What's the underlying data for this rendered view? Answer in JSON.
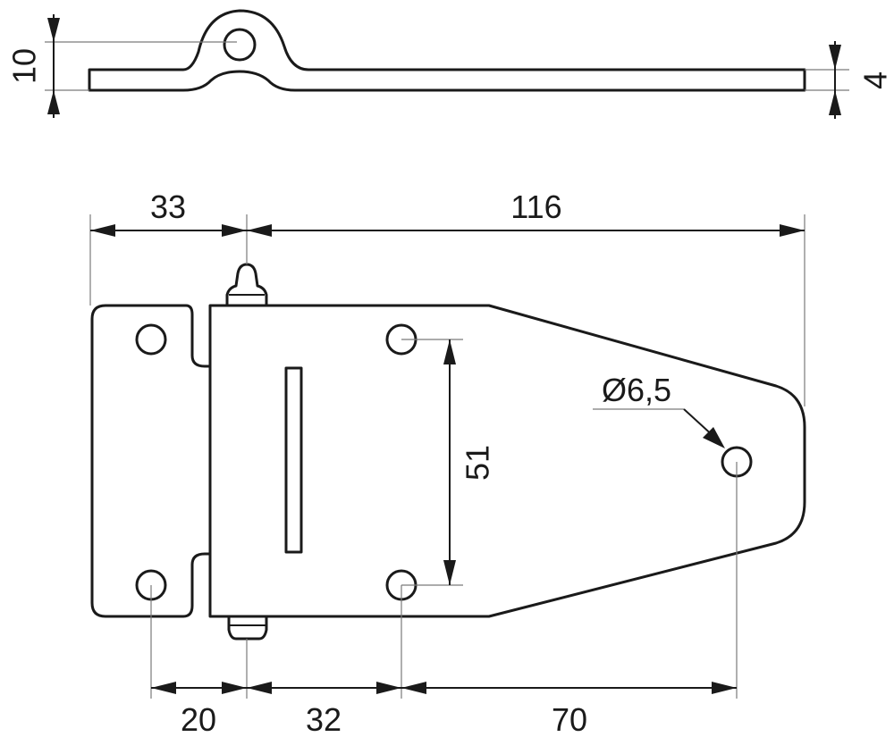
{
  "dimensions": {
    "d10": "10",
    "d4": "4",
    "d33": "33",
    "d116": "116",
    "d51": "51",
    "d_hole": "Ø6,5",
    "d20": "20",
    "d32": "32",
    "d70": "70"
  },
  "colors": {
    "line": "#1a1a1a",
    "extension": "#7a7a7a",
    "background": "#ffffff"
  }
}
